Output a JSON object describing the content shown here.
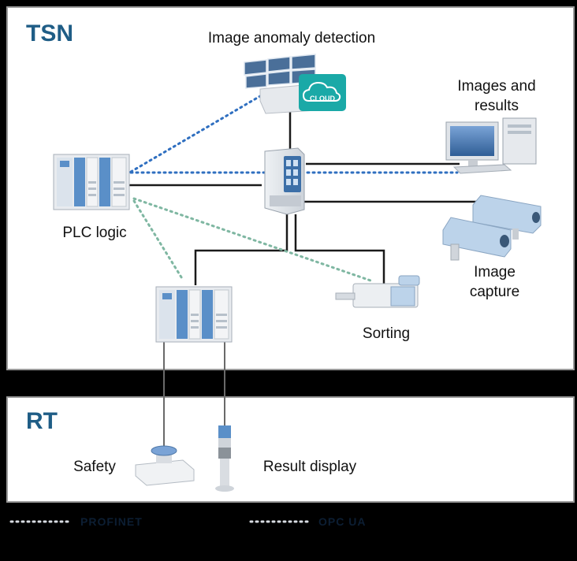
{
  "zones": {
    "tsn_title": "TSN",
    "rt_title": "RT"
  },
  "labels": {
    "anomaly": "Image anomaly detection",
    "cloud": "CLOUD",
    "images_results_line1": "Images and",
    "images_results_line2": "results",
    "plc_logic": "PLC logic",
    "image_capture_line1": "Image",
    "image_capture_line2": "capture",
    "sorting": "Sorting",
    "safety": "Safety",
    "result_display": "Result display"
  },
  "legend": {
    "item1": "PROFINET",
    "item2": "OPC UA"
  },
  "colors": {
    "zone_title": "#1f5d86",
    "blue_dotted_link": "#2f6fc0",
    "green_dotted_link": "#7fb7a2",
    "wired_link": "#1a1a1a",
    "cloud_badge": "#1aa9a7",
    "device_blue": "#5a8fc8",
    "camera_housing": "#bcd3ea"
  }
}
